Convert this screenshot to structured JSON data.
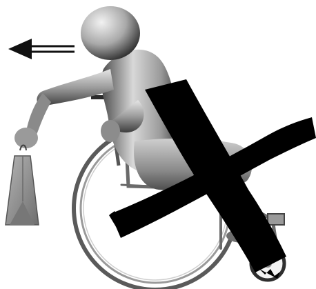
{
  "illustration": {
    "subject": "wheelchair-user-reaching-forward",
    "warning_mark": "x-mark",
    "direction_indicator": "arrow-left",
    "colors": {
      "background": "#ffffff",
      "figure_light": "#d9d9d9",
      "figure_mid": "#9a9a9a",
      "figure_dark": "#3a3a3a",
      "bag": "#8f8f8f",
      "cross": "#000000",
      "wheel": "#6f6f6f"
    }
  }
}
